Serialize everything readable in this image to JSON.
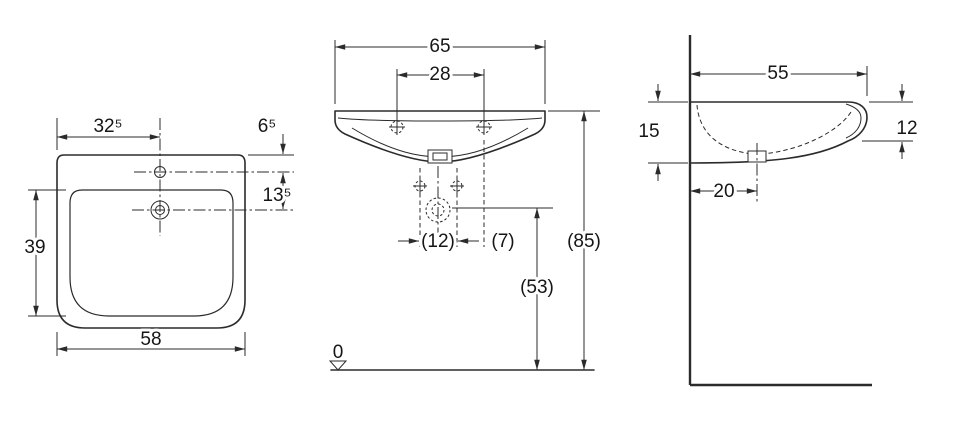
{
  "drawing": {
    "plan_view": {
      "tap_offset_x": "32⁵",
      "rim_to_tap": "6⁵",
      "tap_to_drain": "13⁵",
      "bowl_depth": "39",
      "outer_width": "58"
    },
    "front_view": {
      "overall_width": "65",
      "tap_hole_spacing": "28",
      "trap_width": "(12)",
      "trap_offset": "(7)",
      "overall_height": "(85)",
      "trap_height": "(53)",
      "datum_level": "0"
    },
    "side_view": {
      "overall_depth": "55",
      "rear_edge_height": "15",
      "front_edge_height": "12",
      "drain_to_wall": "20"
    },
    "colors": {
      "line": "#2b2b2b",
      "background": "#ffffff"
    }
  }
}
